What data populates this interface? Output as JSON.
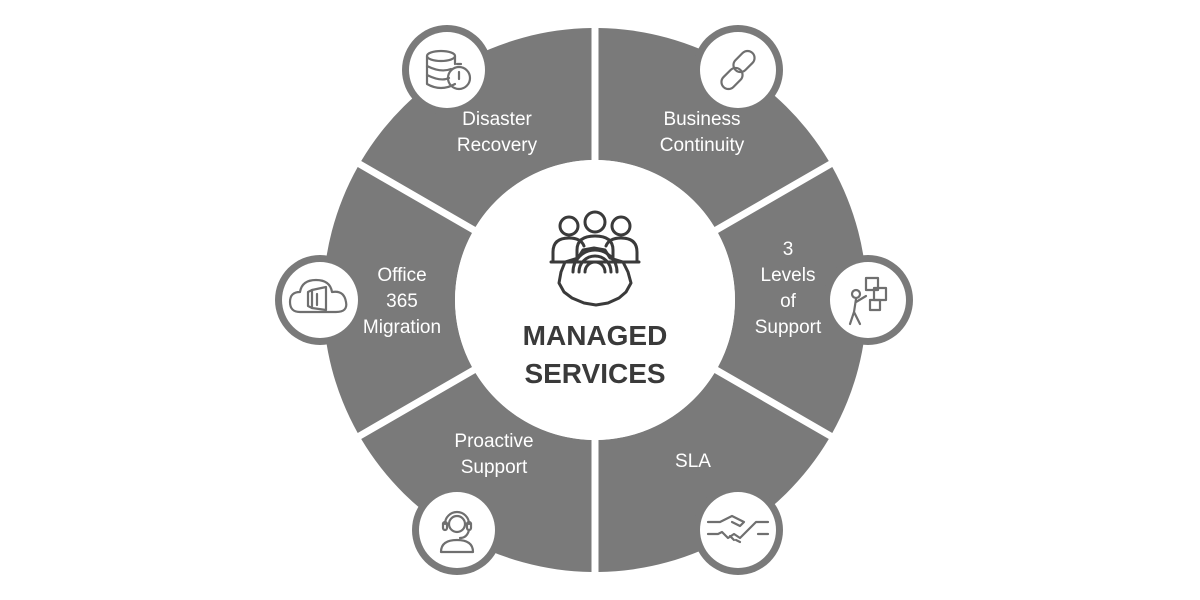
{
  "diagram": {
    "center": {
      "title_lines": [
        "MANAGED",
        "SERVICES"
      ],
      "icon": "team-gear-icon"
    },
    "segments": [
      {
        "id": "disaster-recovery",
        "label_lines": [
          "Disaster",
          "Recovery"
        ],
        "icon": "database-timer-icon"
      },
      {
        "id": "business-continuity",
        "label_lines": [
          "Business",
          "Continuity"
        ],
        "icon": "chain-link-icon"
      },
      {
        "id": "levels-of-support",
        "label_lines": [
          "3",
          "Levels",
          "of",
          "Support"
        ],
        "icon": "person-stacking-boxes-icon"
      },
      {
        "id": "sla",
        "label_lines": [
          "SLA"
        ],
        "icon": "handshake-icon"
      },
      {
        "id": "proactive-support",
        "label_lines": [
          "Proactive",
          "Support"
        ],
        "icon": "headset-agent-icon"
      },
      {
        "id": "office-365-migration",
        "label_lines": [
          "Office",
          "365",
          "Migration"
        ],
        "icon": "cloud-office-icon"
      }
    ],
    "colors": {
      "segment": "#7a7a7a",
      "badge_ring": "#7a7a7a",
      "icon_stroke": "#6f6f6f",
      "center_text": "#3a3a3a",
      "background": "#ffffff"
    }
  }
}
